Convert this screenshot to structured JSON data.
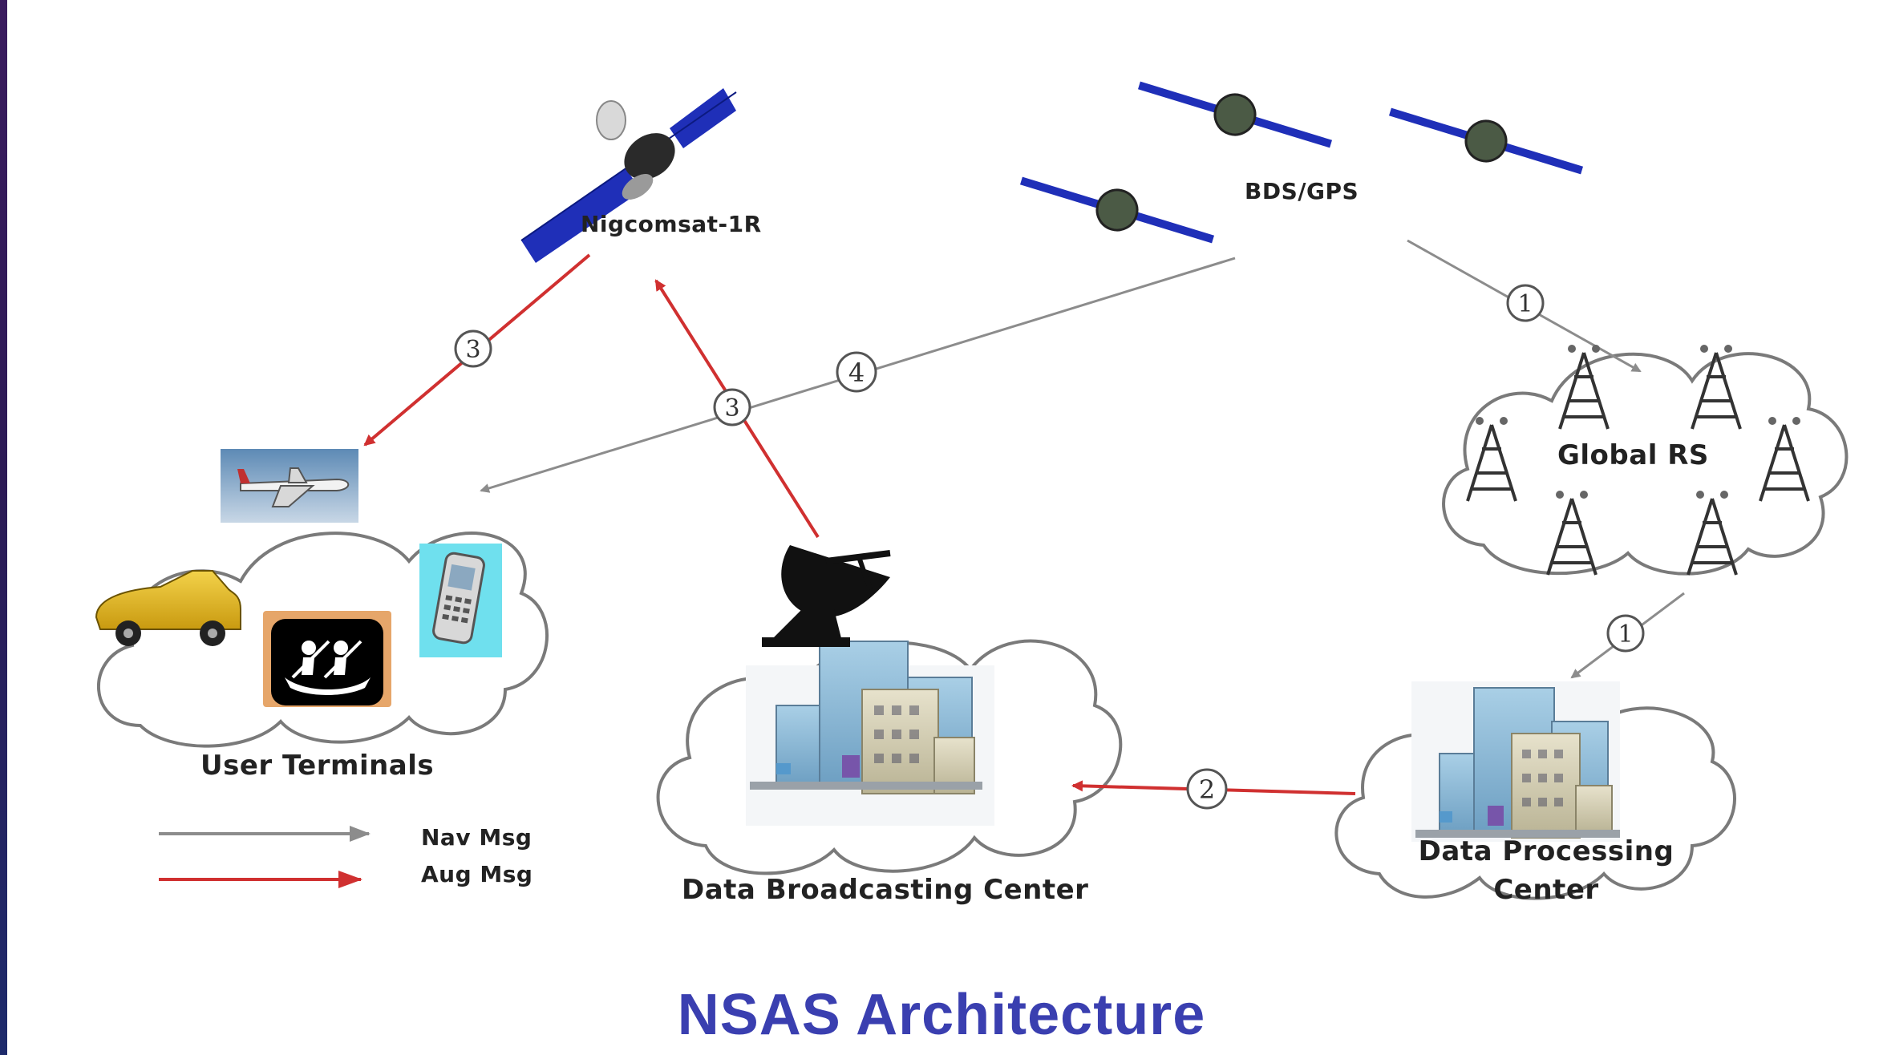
{
  "diagram": {
    "nodes": {
      "nigcomsat": "Nigcomsat-1R",
      "bds_gps": "BDS/GPS",
      "global_rs": "Global RS",
      "user_terminals": "User Terminals",
      "data_broadcasting": "Data Broadcasting Center",
      "data_processing_line1": "Data Processing",
      "data_processing_line2": "Center"
    },
    "legend": {
      "nav": "Nav Msg",
      "aug": "Aug Msg"
    },
    "step_labels": {
      "step1_upper": "1",
      "step1_lower": "1",
      "step2": "2",
      "step3_up": "3",
      "step3_down": "3",
      "step4": "4"
    },
    "colors": {
      "nav_arrow": "#8c8c8c",
      "aug_arrow": "#d03030",
      "title": "#3a3fb0",
      "solar_panel": "#1f2fb8",
      "cloud_stroke": "#7a7a7a"
    }
  },
  "caption": "NSAS Architecture"
}
